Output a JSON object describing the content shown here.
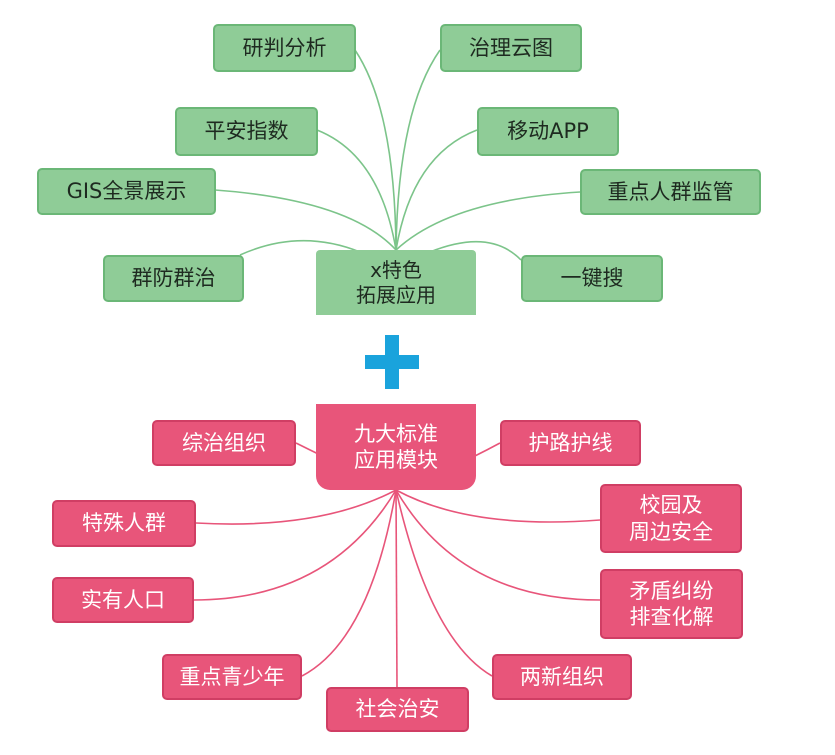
{
  "top_hub": {
    "line1": "x特色",
    "line2": "拓展应用"
  },
  "top_items": {
    "yanpan": "研判分析",
    "zhili": "治理云图",
    "pingan": "平安指数",
    "yidong": "移动APP",
    "gis": "GIS全景展示",
    "zhongdian_renqun": "重点人群监管",
    "qunfang": "群防群治",
    "yijian": "一键搜"
  },
  "bottom_hub": {
    "line1": "九大标准",
    "line2": "应用模块"
  },
  "bottom_items": {
    "zongzhi": "综治组织",
    "hulu": "护路护线",
    "teshu": "特殊人群",
    "xiaoyuan_line1": "校园及",
    "xiaoyuan_line2": "周边安全",
    "shiyou": "实有人口",
    "maodun_line1": "矛盾纠纷",
    "maodun_line2": "排查化解",
    "qingshaonian": "重点青少年",
    "liangxin": "两新组织",
    "shehui": "社会治安"
  },
  "colors": {
    "green_fill": "#8fcc97",
    "green_line": "#6bb777",
    "pink_fill": "#e8557a",
    "pink_line": "#e8557a",
    "plus": "#1aa3dc"
  }
}
